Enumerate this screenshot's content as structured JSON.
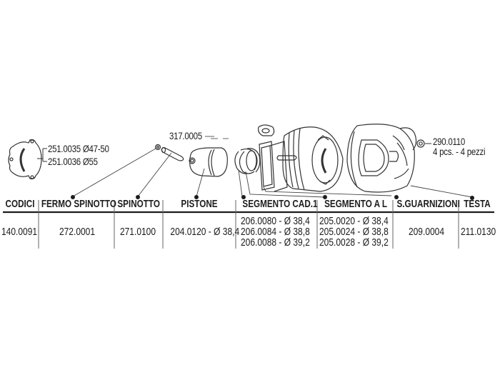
{
  "diagram": {
    "title": "Cylinder kit exploded view",
    "callouts": {
      "flange": {
        "lines": [
          "251.0035 Ø47-50",
          "251.0036 Ø55"
        ]
      },
      "pin_clip_extra": {
        "code": "317.0005"
      },
      "nut": {
        "code": "290.0110",
        "note": "4 pcs. - 4 pezzi"
      }
    }
  },
  "table": {
    "headers": [
      "CODICI",
      "FERMO SPINOTTO",
      "SPINOTTO",
      "PISTONE",
      "SEGMENTO CAD.1",
      "SEGMENTO A L",
      "S.GUARNIZIONI",
      "TESTA"
    ],
    "row": {
      "codici": "140.0091",
      "fermo_spinotto": "272.0001",
      "spinotto": "271.0100",
      "pistone": "204.0120 - Ø 38,4",
      "segmento_cad1": [
        "206.0080 - Ø 38,4",
        "206.0084 - Ø 38,8",
        "206.0088 - Ø 39,2"
      ],
      "segmento_al": [
        "205.0020 - Ø 38,4",
        "205.0024 - Ø 38,8",
        "205.0028 - Ø 39,2"
      ],
      "s_guarnizioni": "209.0004",
      "testa": "211.0130"
    }
  },
  "colors": {
    "ink": "#1d1d1d",
    "line": "#555555",
    "background": "#ffffff"
  }
}
